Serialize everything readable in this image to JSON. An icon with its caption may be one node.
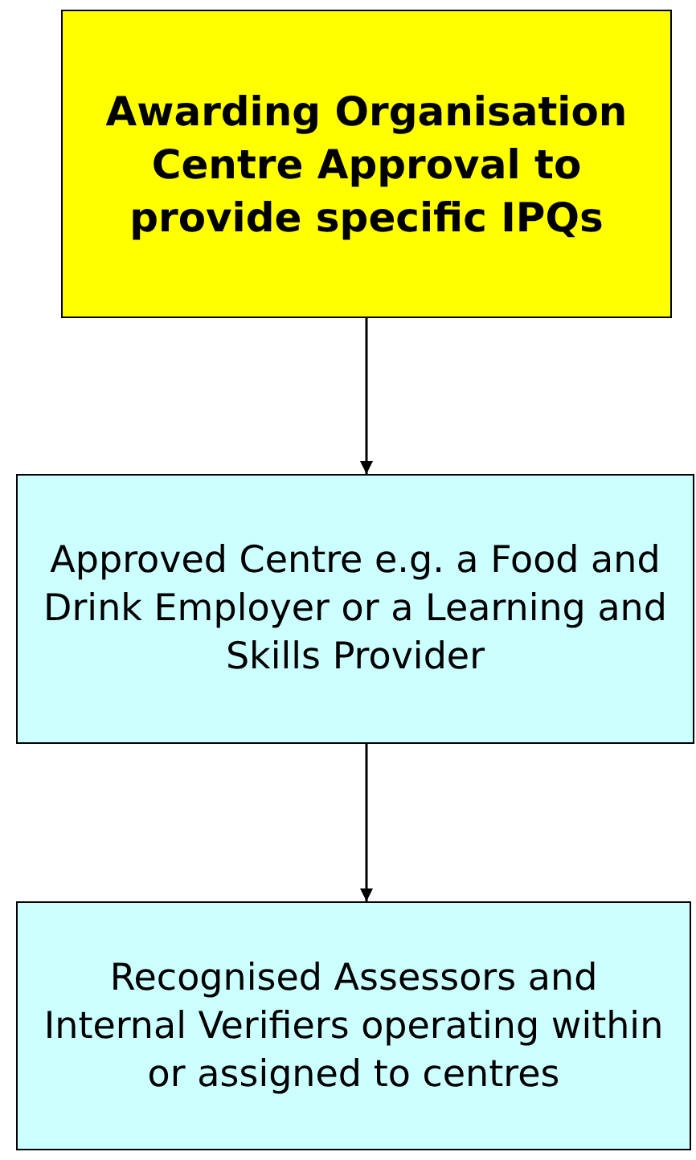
{
  "diagram": {
    "nodes": [
      {
        "text": [
          "Awarding Organisation Centre Approval to provide specific IPQs"
        ]
      },
      {
        "text": [
          "Approved Centre e.g. a Food and Drink Employer or a Learning and Skills Provider"
        ]
      },
      {
        "text": [
          "Recognised Assessors and Internal Verifiers operating within or assigned to centres"
        ]
      }
    ],
    "edges": [
      {
        "from": 0,
        "to": 1,
        "arrow": "to"
      },
      {
        "from": 1,
        "to": 2,
        "arrow": "to"
      }
    ]
  }
}
